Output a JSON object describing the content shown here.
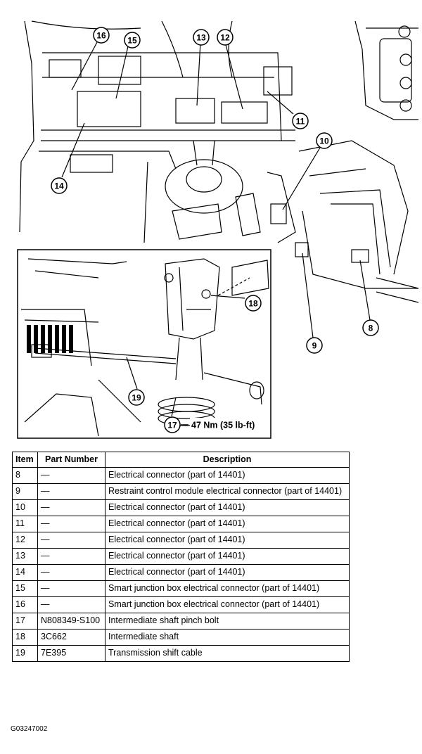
{
  "diagram": {
    "callouts": [
      "8",
      "9",
      "10",
      "11",
      "12",
      "13",
      "14",
      "15",
      "16",
      "17",
      "18",
      "19"
    ],
    "torque_label": "47 Nm (35 lb-ft)"
  },
  "table": {
    "headers": [
      "Item",
      "Part Number",
      "Description"
    ],
    "rows": [
      {
        "item": "8",
        "part": "—",
        "desc": "Electrical connector (part of 14401)"
      },
      {
        "item": "9",
        "part": "—",
        "desc": "Restraint control module electrical connector (part of 14401)"
      },
      {
        "item": "10",
        "part": "—",
        "desc": "Electrical connector (part of 14401)"
      },
      {
        "item": "11",
        "part": "—",
        "desc": "Electrical connector (part of 14401)"
      },
      {
        "item": "12",
        "part": "—",
        "desc": "Electrical connector (part of 14401)"
      },
      {
        "item": "13",
        "part": "—",
        "desc": "Electrical connector (part of 14401)"
      },
      {
        "item": "14",
        "part": "—",
        "desc": "Electrical connector (part of 14401)"
      },
      {
        "item": "15",
        "part": "—",
        "desc": "Smart junction box electrical connector (part of 14401)"
      },
      {
        "item": "16",
        "part": "—",
        "desc": "Smart junction box electrical connector (part of 14401)"
      },
      {
        "item": "17",
        "part": "N808349-S100",
        "desc": "Intermediate shaft pinch bolt"
      },
      {
        "item": "18",
        "part": "3C662",
        "desc": "Intermediate shaft"
      },
      {
        "item": "19",
        "part": "7E395",
        "desc": "Transmission shift cable"
      }
    ]
  },
  "figure_id": "G03247002"
}
